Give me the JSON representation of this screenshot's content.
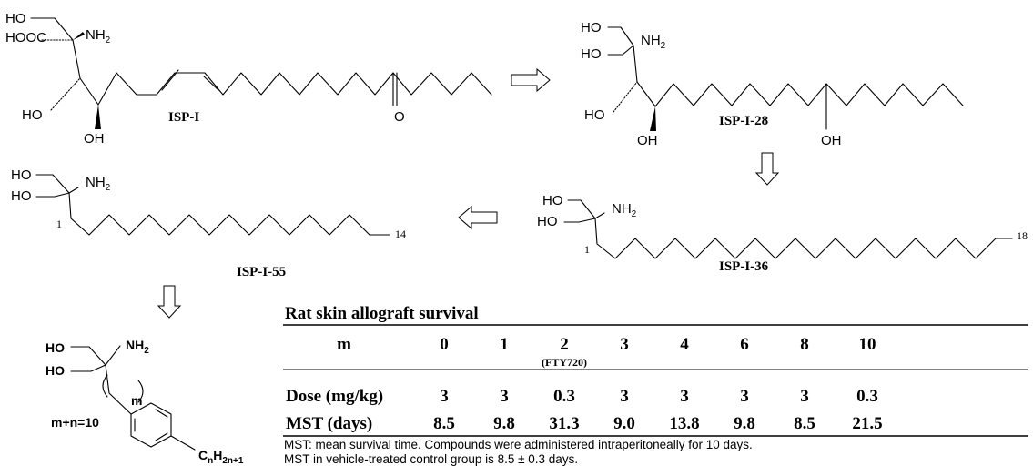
{
  "labels": {
    "ho": "HO",
    "hooc": "HOOC",
    "nh": "NH",
    "sub2": "2",
    "o": "O",
    "oh": "OH",
    "c": "C",
    "h": "H",
    "sub_n": "n",
    "sub_2n1": "2n+1",
    "m": "m"
  },
  "compounds": {
    "isp1": "ISP-I",
    "isp28": "ISP-I-28",
    "isp55": "ISP-I-55",
    "isp36": "ISP-I-36"
  },
  "chain_numbers": {
    "isp55_first": "1",
    "isp55_last": "14",
    "isp36_first": "1",
    "isp36_last": "18"
  },
  "general_formula": {
    "constraint": "m+n=10"
  },
  "table": {
    "title": "Rat skin allograft survival",
    "row_labels": [
      "m",
      "Dose (mg/kg)",
      "MST (days)"
    ],
    "m_values": [
      "0",
      "1",
      "2",
      "3",
      "4",
      "6",
      "8",
      "10"
    ],
    "fty_note": "(FTY720)",
    "dose": [
      "3",
      "3",
      "0.3",
      "3",
      "3",
      "3",
      "3",
      "0.3"
    ],
    "mst": [
      "8.5",
      "9.8",
      "31.3",
      "9.0",
      "13.8",
      "9.8",
      "8.5",
      "21.5"
    ]
  },
  "footnote": {
    "line1": "MST: mean survival time.  Compounds were administered intraperitoneally for 10 days.",
    "line2": "MST in vehicle-treated control group is 8.5 ± 0.3 days."
  }
}
